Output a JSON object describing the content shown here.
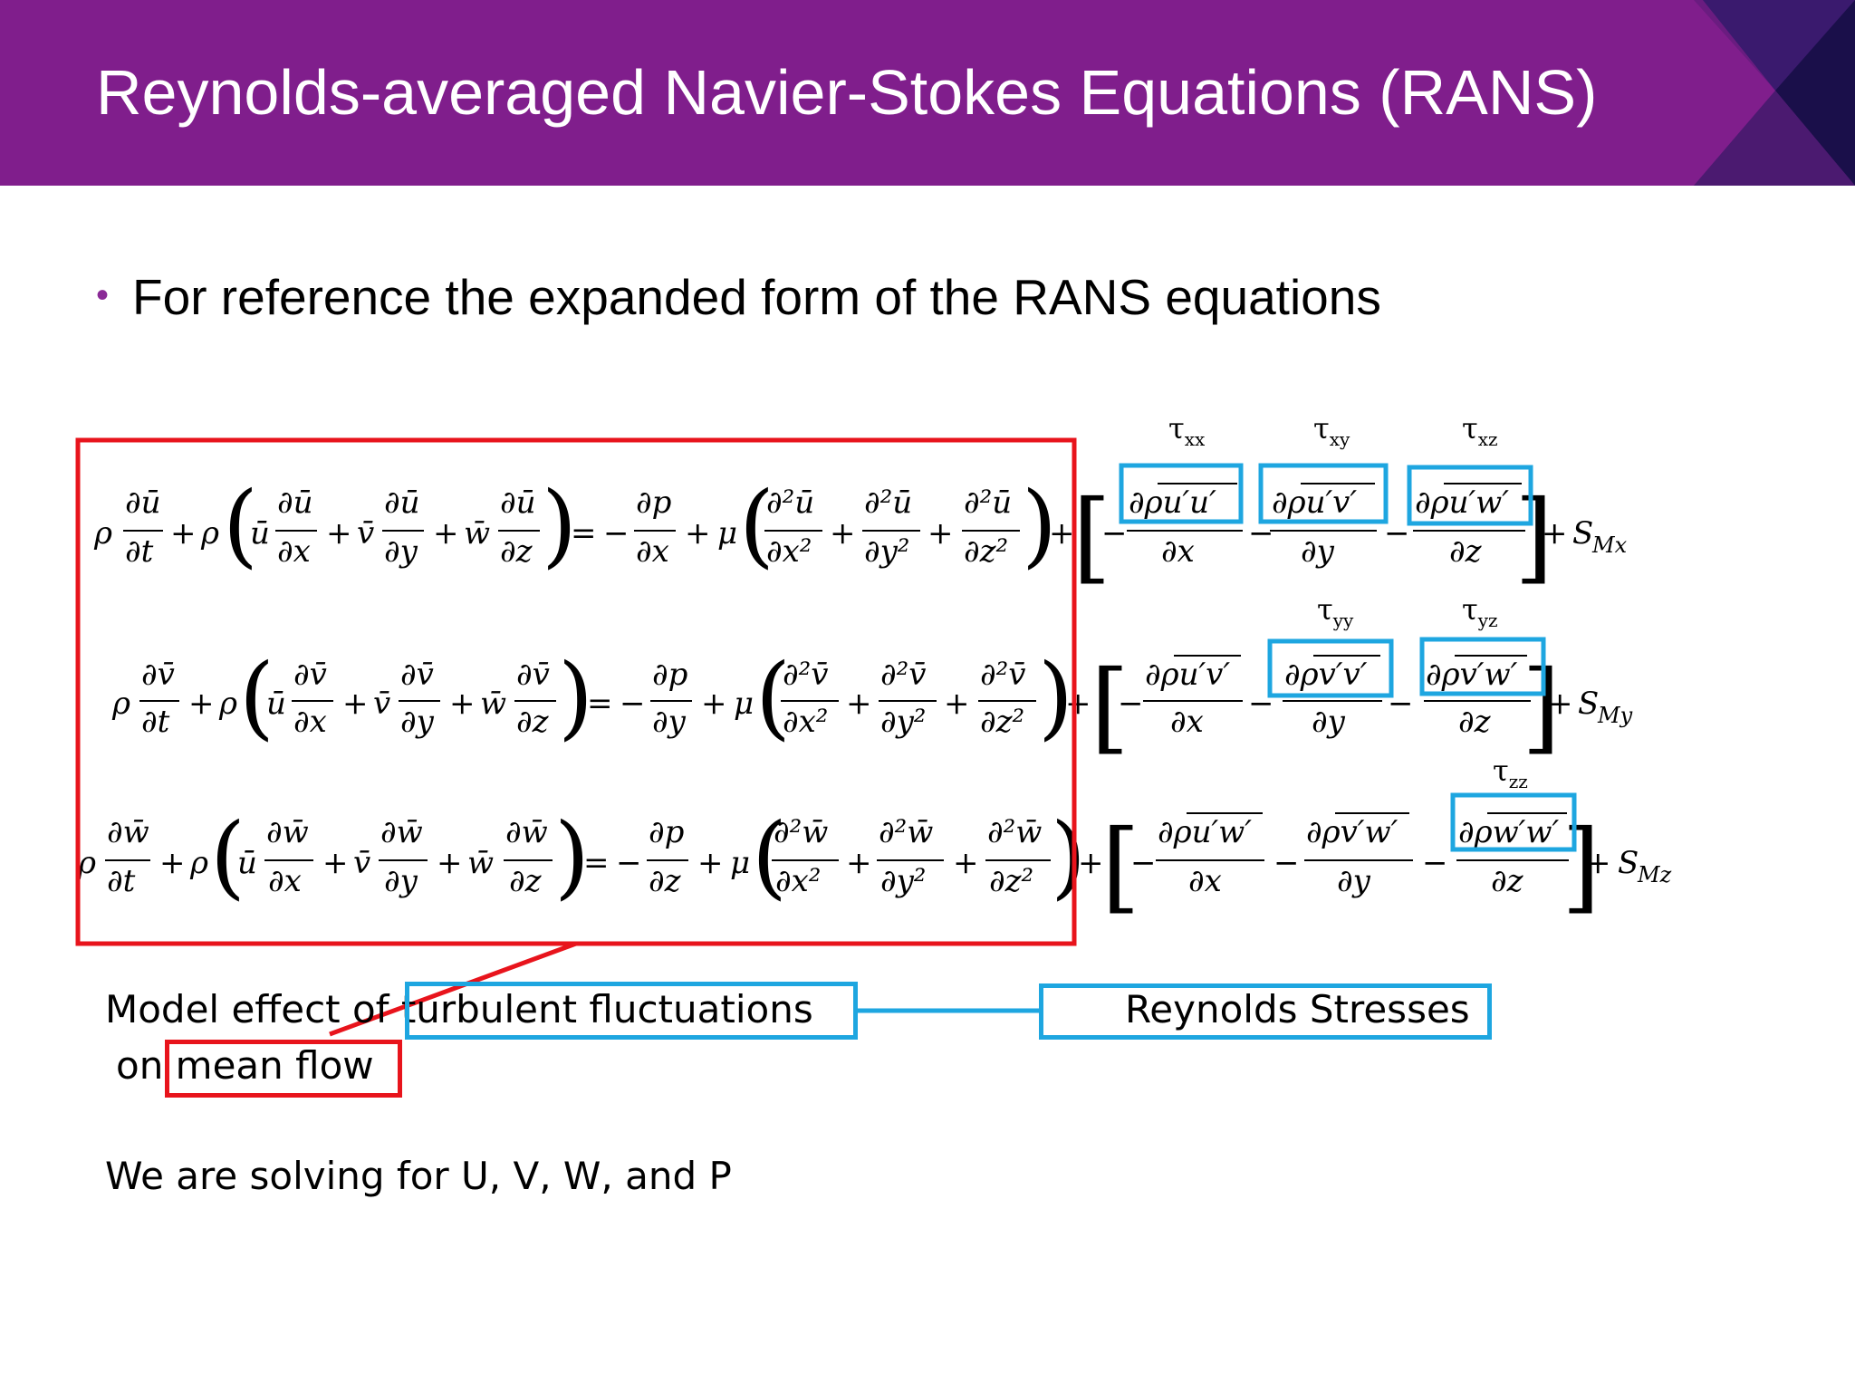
{
  "header": {
    "title": "Reynolds-averaged Navier-Stokes Equations (RANS)",
    "color": "#801e8c"
  },
  "bullet": {
    "text": "For reference the expanded form of the RANS equations"
  },
  "equations": {
    "stress_labels": {
      "xx": "xx",
      "xy": "xy",
      "xz": "xz",
      "yy": "yy",
      "yz": "yz",
      "zz": "zz"
    },
    "source_terms": [
      "S",
      "Mx",
      "My",
      "Mz"
    ]
  },
  "annotations": {
    "model_effect_line1_prefix": "Model effect of ",
    "model_effect_highlight": "turbulent fluctuations",
    "model_effect_line2_prefix": "on ",
    "mean_flow_highlight": "mean flow",
    "reynolds_stresses": "Reynolds Stresses",
    "solving_for": "We are solving for U, V, W, and P"
  },
  "colors": {
    "mean_flow_box": "#e8141c",
    "reynolds_box": "#1ea6e0"
  }
}
